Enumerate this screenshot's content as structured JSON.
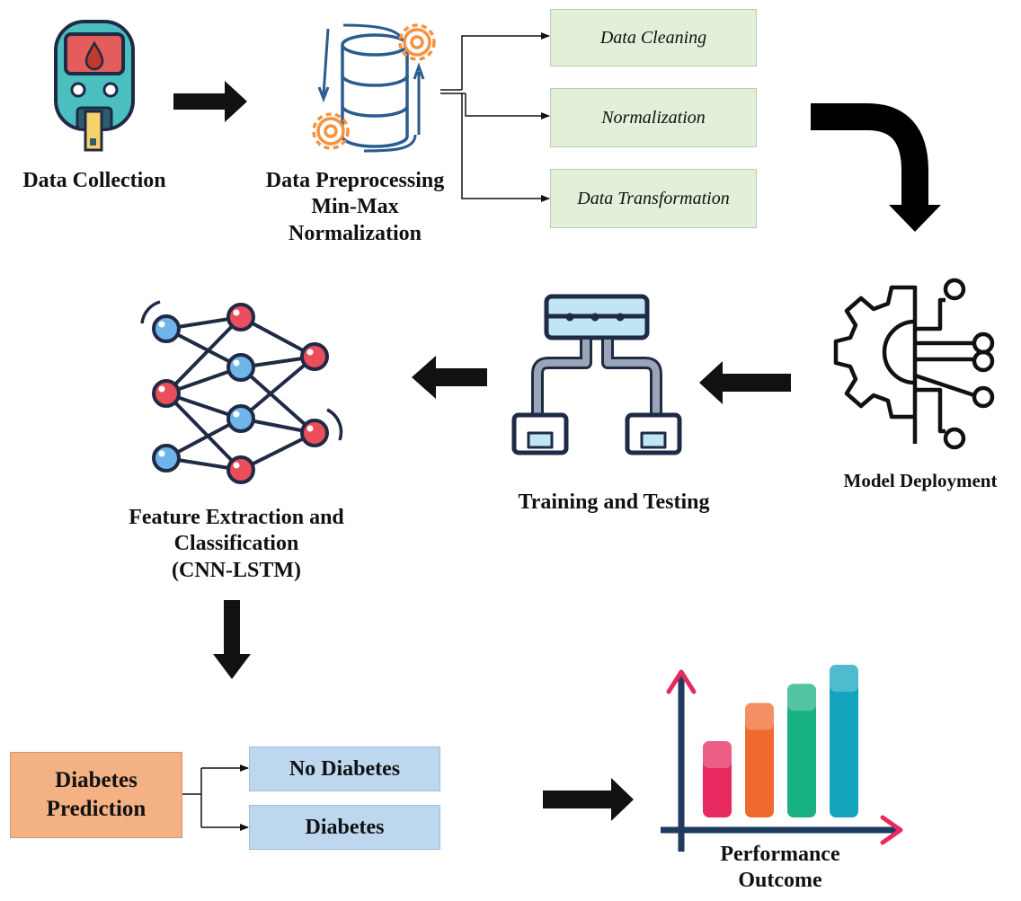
{
  "stages": {
    "data_collection": "Data Collection",
    "data_preprocessing": [
      "Data Preprocessing",
      "Min-Max",
      "Normalization"
    ],
    "model_deployment": "Model Deployment",
    "training_testing": "Training and Testing",
    "feature_extraction": [
      "Feature Extraction and",
      "Classification",
      "(CNN-LSTM)"
    ],
    "performance_outcome": [
      "Performance",
      "Outcome"
    ]
  },
  "preprocessing_steps": [
    "Data Cleaning",
    "Normalization",
    "Data Transformation"
  ],
  "prediction": {
    "label": "Diabetes\nPrediction",
    "outcomes": [
      "No Diabetes",
      "Diabetes"
    ]
  },
  "colors": {
    "step_fill": "#e2efd9",
    "outcome_fill": "#bdd7ee",
    "prediction_fill": "#f4b183",
    "gear_orange": "#f5923e",
    "icon_outline": "#1f2a44"
  },
  "icons": {
    "data_collection": "glucose-meter-icon",
    "data_preprocessing": "database-gears-icon",
    "model_deployment": "ai-chip-gear-icon",
    "training_testing": "data-split-tree-icon",
    "feature_extraction": "neural-network-icon",
    "performance_outcome": "bar-chart-icon"
  },
  "performance_chart": {
    "values": [
      4,
      6,
      7,
      8
    ],
    "colors": [
      "#e7295f",
      "#f06a2f",
      "#18b183",
      "#14a5be"
    ]
  }
}
